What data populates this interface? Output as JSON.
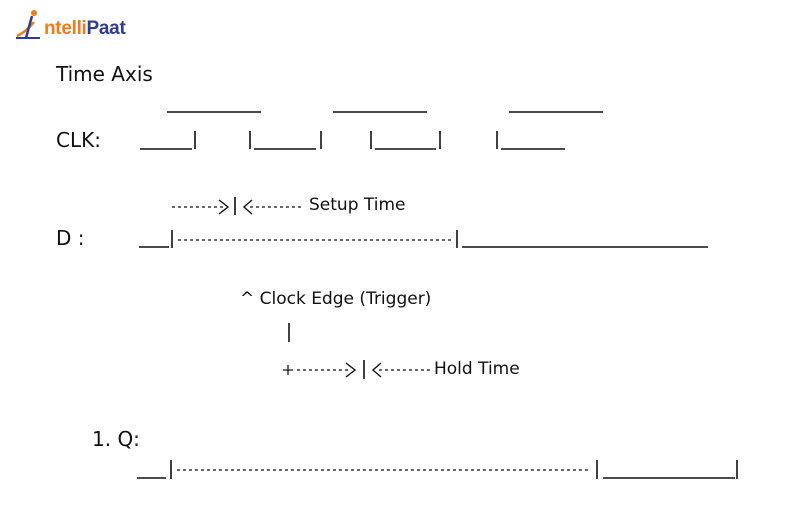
{
  "logo": {
    "text_intelli": "ntelli",
    "text_paat": "Paat",
    "brand_orange": "#f07c1b",
    "brand_blue": "#2f3d8f"
  },
  "labels": {
    "time_axis": "Time Axis",
    "clk": "CLK:",
    "d": "D :",
    "setup_time": "Setup Time",
    "clock_edge": "^ Clock Edge (Trigger)",
    "hold_time": "Hold Time",
    "q": "1. Q:"
  }
}
